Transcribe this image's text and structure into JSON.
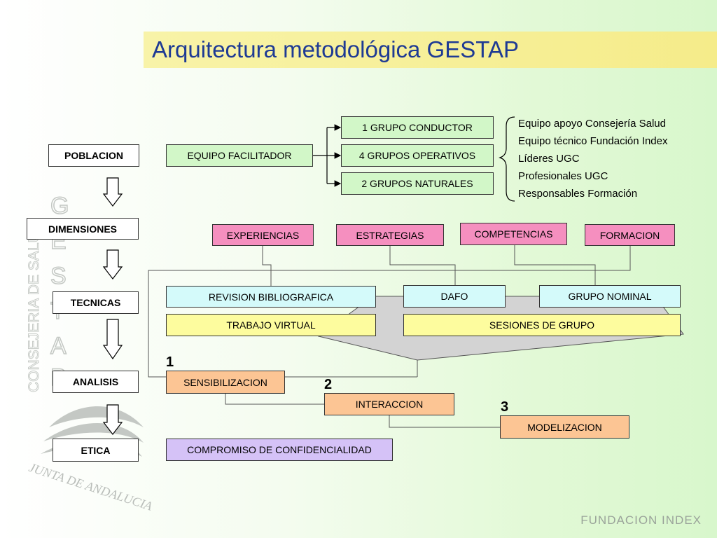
{
  "title": "Arquitectura metodológica GESTAP",
  "left_column": [
    "POBLACION",
    "DIMENSIONES",
    "TECNICAS",
    "ANALISIS",
    "ETICA"
  ],
  "facilitator": "EQUIPO FACILITADOR",
  "groups": [
    "1 GRUPO CONDUCTOR",
    "4 GRUPOS OPERATIVOS",
    "2 GRUPOS NATURALES"
  ],
  "group_members": [
    "Equipo apoyo Consejería Salud",
    "Equipo técnico Fundación Index",
    "Líderes UGC",
    "Profesionales UGC",
    "Responsables Formación"
  ],
  "dimensions": [
    "EXPERIENCIAS",
    "ESTRATEGIAS",
    "COMPETENCIAS",
    "FORMACION"
  ],
  "techniques": [
    "REVISION BIBLIOGRAFICA",
    "DAFO",
    "GRUPO NOMINAL"
  ],
  "modes": [
    "TRABAJO VIRTUAL",
    "SESIONES DE GRUPO"
  ],
  "analysis": [
    {
      "number": "1",
      "label": "SENSIBILIZACION"
    },
    {
      "number": "2",
      "label": "INTERACCION"
    },
    {
      "number": "3",
      "label": "MODELIZACION"
    }
  ],
  "ethics": "COMPROMISO DE CONFIDENCIALIDAD",
  "footer": "FUNDACION INDEX",
  "watermark": {
    "vertical_text": "CONSEJERIA DE SALUD",
    "letters": [
      "G",
      "E",
      "S",
      "T",
      "A",
      "P"
    ],
    "logo_text": "JUNTA DE ANDALUCIA"
  },
  "colors": {
    "title_text": "#1e3a94",
    "title_bar": "#f6ee94",
    "green_box": "#d2f7c8",
    "pink_box": "#f58fbf",
    "cyan_box": "#d4fafa",
    "yellow_box": "#fdfc9e",
    "orange_box": "#fcc594",
    "lilac_box": "#d5c2f7"
  }
}
